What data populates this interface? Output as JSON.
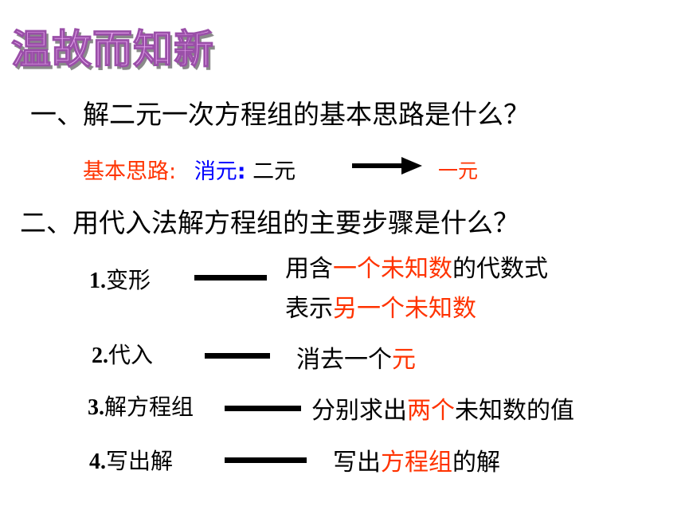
{
  "title": "温故而知新",
  "q1": {
    "text": "一、解二元一次方程组的基本思路是什么？"
  },
  "a1": {
    "label": "基本思路:",
    "method": "消元",
    "colon": ":",
    "from": "二元",
    "to": "一元",
    "colors": {
      "label": "#ff3300",
      "method": "#0000ff",
      "to": "#ff3300"
    }
  },
  "q2": {
    "text": "二、用代入法解方程组的主要步骤是什么？"
  },
  "steps": [
    {
      "num": "1.",
      "name": "变形",
      "desc_line1_a": "用含",
      "desc_line1_b": "一个未知数",
      "desc_line1_c": "的代数式",
      "desc_line2_a": "表示",
      "desc_line2_b": "另一个未知数"
    },
    {
      "num": "2.",
      "name": "代入",
      "desc_a": "消去一个",
      "desc_b": "元"
    },
    {
      "num": "3.",
      "name": "解方程组",
      "desc_a": "分别求出",
      "desc_b": "两个",
      "desc_c": "未知数的值"
    },
    {
      "num": "4.",
      "name": "写出解",
      "desc_a": "写出",
      "desc_b": "方程组",
      "desc_c": "的解"
    }
  ]
}
